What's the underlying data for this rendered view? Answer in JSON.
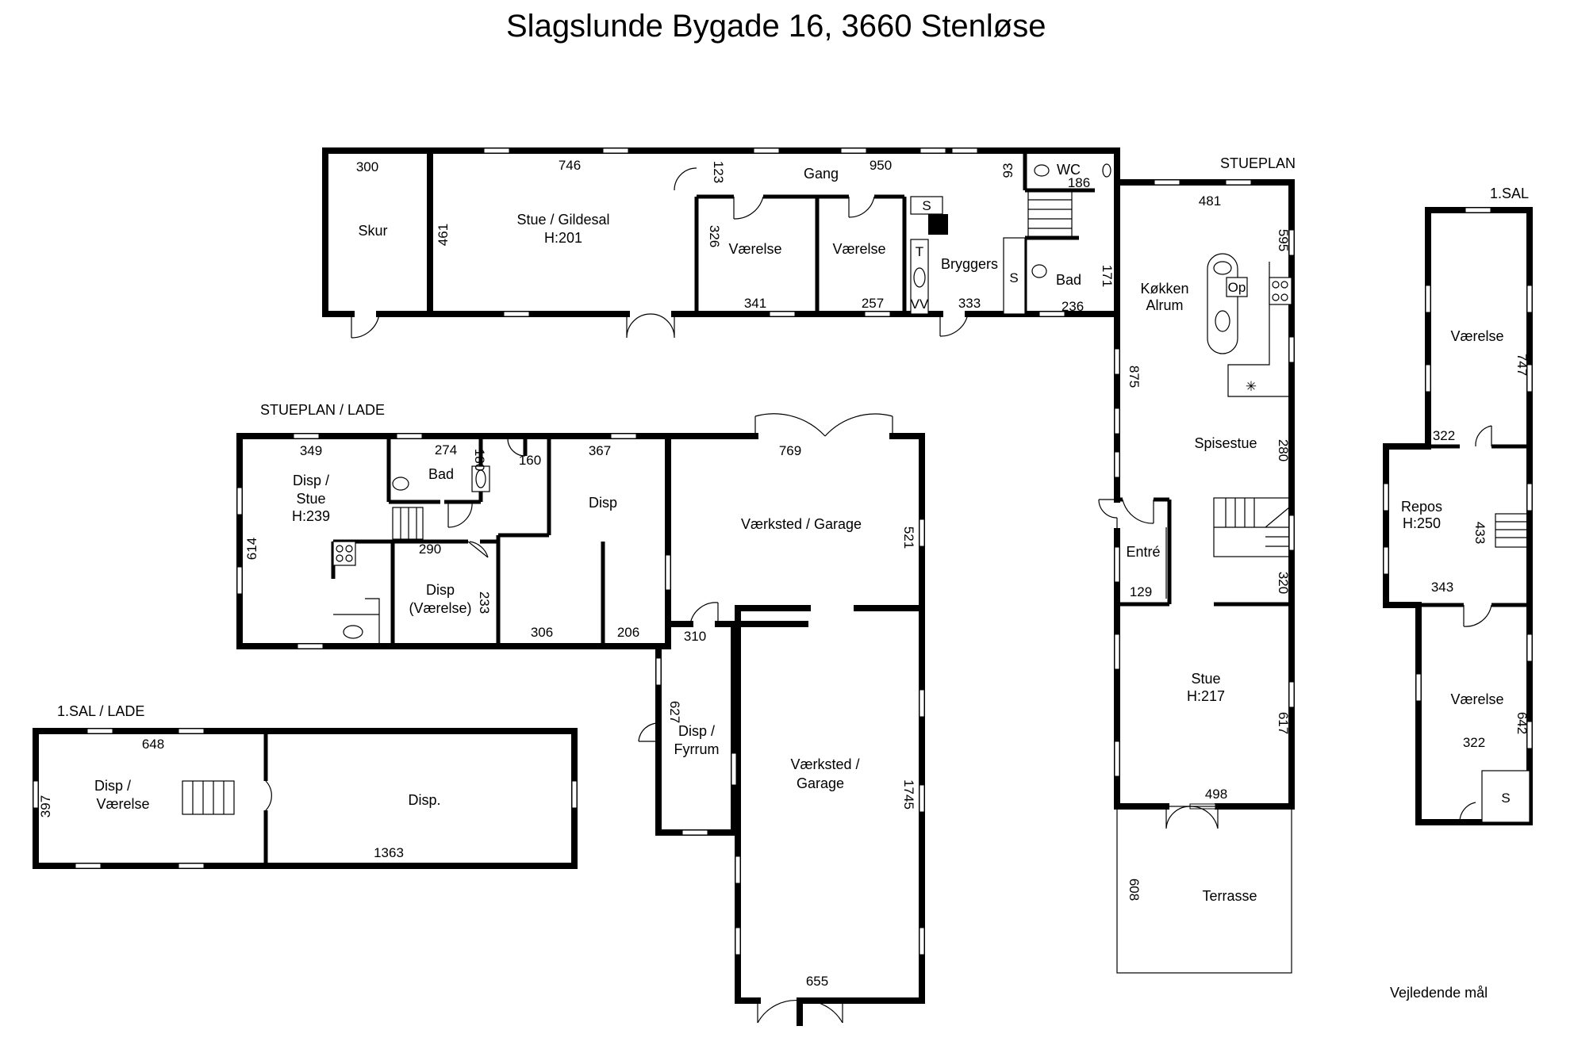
{
  "title": "Slagslunde Bygade 16, 3660 Stenløse",
  "note": "Vejledende mål",
  "sections": {
    "stueplan": "STUEPLAN",
    "sal": "1.SAL",
    "stueplan_lade": "STUEPLAN / LADE",
    "sal_lade": "1.SAL / LADE"
  },
  "rooms": {
    "skur": "Skur",
    "stue_gildesal": "Stue / Gildesal",
    "stue_gildesal_h": "H:201",
    "gang": "Gang",
    "vaerelse_a": "Værelse",
    "vaerelse_b": "Værelse",
    "bryggers": "Bryggers",
    "wc": "WC",
    "bad_main": "Bad",
    "koekken": "Køkken",
    "alrum": "Alrum",
    "spisestue": "Spisestue",
    "entre": "Entré",
    "stue": "Stue",
    "stue_h": "H:217",
    "terrasse": "Terrasse",
    "sal_vaerelse_top": "Værelse",
    "repos": "Repos",
    "repos_h": "H:250",
    "sal_vaerelse_bottom": "Værelse",
    "disp_stue_1": "Disp /",
    "disp_stue_2": "Stue",
    "disp_stue_h": "H:239",
    "bad_lade": "Bad",
    "disp_lade": "Disp",
    "disp_vaerelse_1": "Disp",
    "disp_vaerelse_2": "(Værelse)",
    "vaerksted_garage": "Værksted / Garage",
    "disp_fyrrum_1": "Disp /",
    "disp_fyrrum_2": "Fyrrum",
    "vaerksted2_1": "Værksted /",
    "vaerksted2_2": "Garage",
    "loft_disp_1": "Disp /",
    "loft_disp_2": "Værelse",
    "loft_disp_big": "Disp."
  },
  "fixtures": {
    "s_bryggers_top": "S",
    "t": "T",
    "vv": "VV",
    "s_bryggers_side": "S",
    "op": "Op",
    "s_sal": "S"
  },
  "dimensions": {
    "d300": "300",
    "d746": "746",
    "d123": "123",
    "d950": "950",
    "d93": "93",
    "d186": "186",
    "d461": "461",
    "d326": "326",
    "d341": "341",
    "d257": "257",
    "d333": "333",
    "d171": "171",
    "d236": "236",
    "d481": "481",
    "d595": "595",
    "d875": "875",
    "d280": "280",
    "d129": "129",
    "d320": "320",
    "d617": "617",
    "d498": "498",
    "d608": "608",
    "d747": "747",
    "d322a": "322",
    "d433": "433",
    "d343": "343",
    "d642": "642",
    "d322b": "322",
    "d349": "349",
    "d274": "274",
    "d180": "180",
    "d160": "160",
    "d367": "367",
    "d614": "614",
    "d290": "290",
    "d233": "233",
    "d306": "306",
    "d206": "206",
    "d769": "769",
    "d521": "521",
    "d310": "310",
    "d627": "627",
    "d1745": "1745",
    "d655": "655",
    "d648": "648",
    "d397": "397",
    "d1363": "1363"
  }
}
